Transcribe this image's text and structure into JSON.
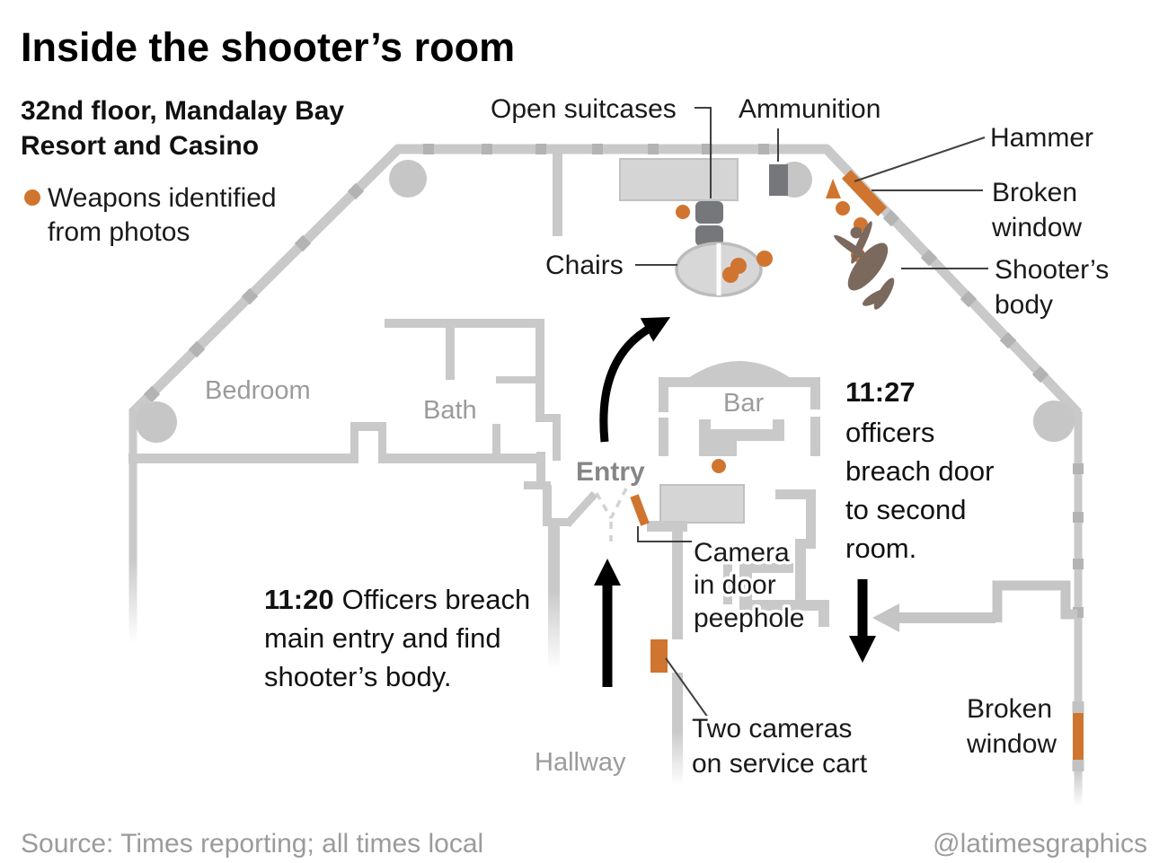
{
  "header": {
    "title": "Inside the shooter’s room",
    "subtitle1": "32nd floor, Mandalay Bay",
    "subtitle2": "Resort and Casino"
  },
  "legend": {
    "line1": "Weapons identified",
    "line2": "from photos"
  },
  "labels": {
    "open_suitcases": "Open suitcases",
    "ammunition": "Ammunition",
    "hammer": "Hammer",
    "broken_window_top": [
      "Broken",
      "window"
    ],
    "shooters_body": [
      "Shooter’s",
      "body"
    ],
    "chairs": "Chairs",
    "bedroom": "Bedroom",
    "bath": "Bath",
    "bar": "Bar",
    "entry": "Entry",
    "hallway": "Hallway",
    "camera_peephole": [
      "Camera",
      "in door",
      "peephole"
    ],
    "two_cameras": [
      "Two cameras",
      "on service cart"
    ],
    "broken_window_bottom": [
      "Broken",
      "window"
    ]
  },
  "annotations": {
    "t1127": {
      "time": "11:27",
      "lines": [
        "officers",
        "breach door",
        "to second",
        "room."
      ]
    },
    "t1120": {
      "time": "11:20",
      "rest": "Officers breach",
      "lines": [
        "main entry and find",
        "shooter’s body."
      ]
    }
  },
  "footer": {
    "source": "Source: Times reporting; all times local",
    "credit": "@latimesgraphics"
  },
  "colors": {
    "accent_orange": "#d0752f",
    "wall_gray": "#c9c9c9",
    "mullion_gray": "#b3b3b3",
    "dark_object_gray": "#75777b",
    "body_brown": "#7b695e",
    "room_label_gray": "#9b9b9b",
    "text_black": "#1a1a1a",
    "arrow_gray": "#c5c5c5"
  }
}
